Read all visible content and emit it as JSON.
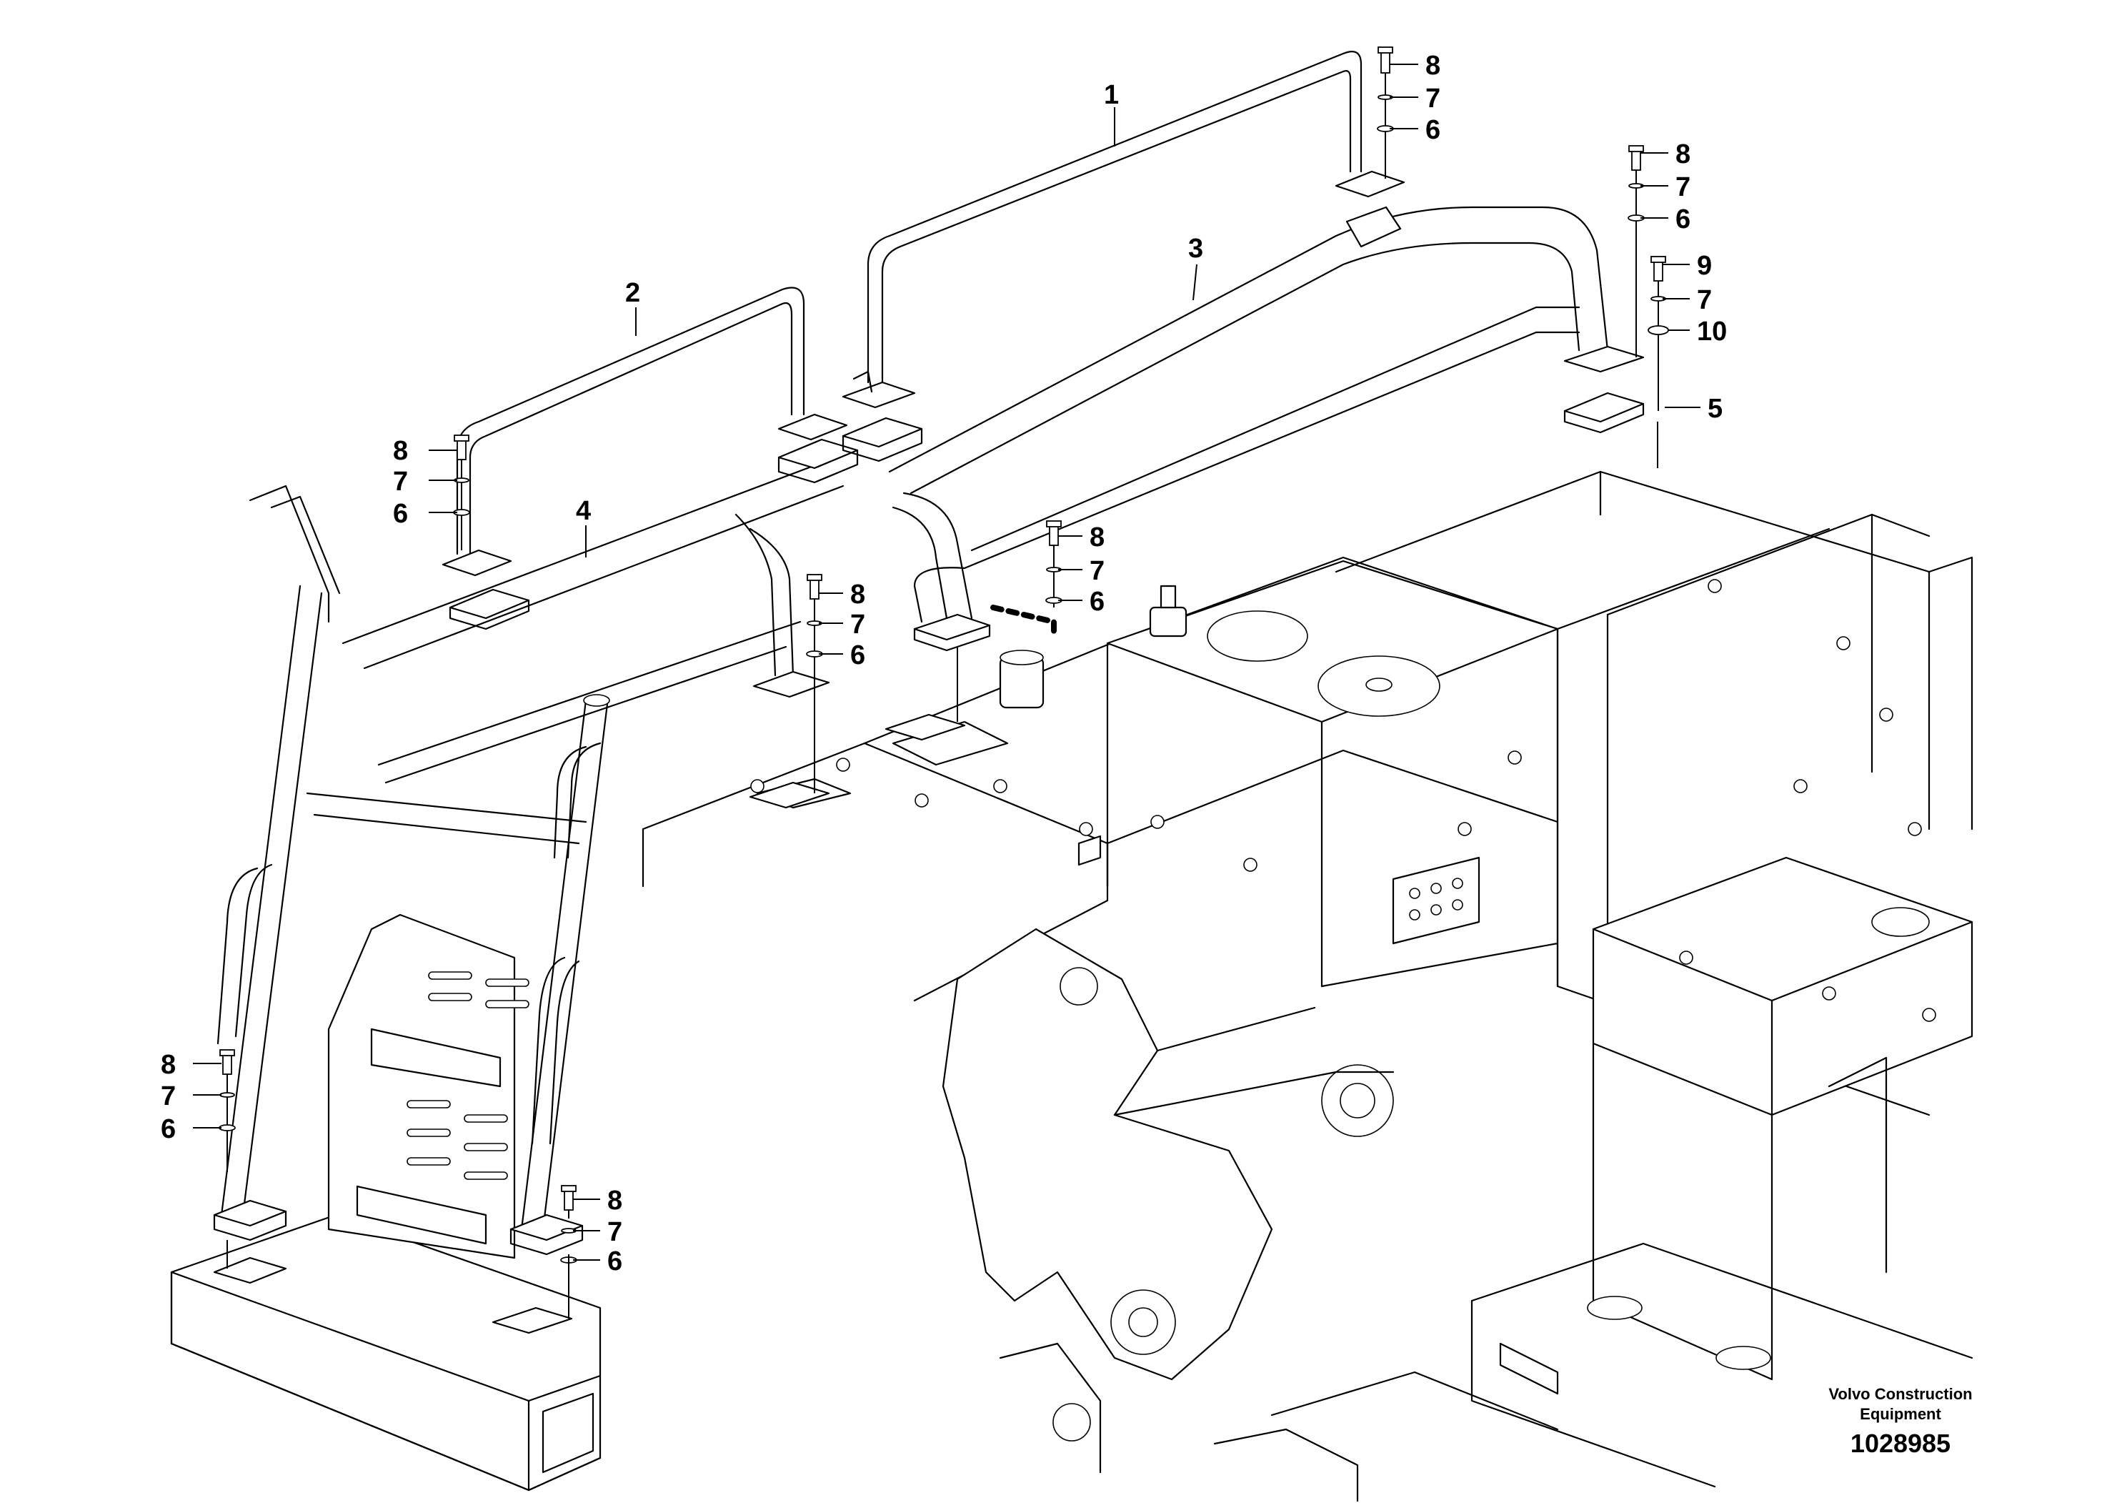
{
  "diagram": {
    "callouts": [
      {
        "id": "c1",
        "label": "1"
      },
      {
        "id": "c2",
        "label": "2"
      },
      {
        "id": "c3",
        "label": "3"
      },
      {
        "id": "c4",
        "label": "4"
      },
      {
        "id": "c5",
        "label": "5"
      },
      {
        "id": "c6a",
        "label": "8"
      },
      {
        "id": "c6b",
        "label": "7"
      },
      {
        "id": "c6c",
        "label": "6"
      },
      {
        "id": "c7a",
        "label": "8"
      },
      {
        "id": "c7b",
        "label": "7"
      },
      {
        "id": "c7c",
        "label": "6"
      },
      {
        "id": "c8a",
        "label": "9"
      },
      {
        "id": "c8b",
        "label": "7"
      },
      {
        "id": "c8c",
        "label": "10"
      },
      {
        "id": "c9a",
        "label": "8"
      },
      {
        "id": "c9b",
        "label": "7"
      },
      {
        "id": "c9c",
        "label": "6"
      },
      {
        "id": "c10a",
        "label": "8"
      },
      {
        "id": "c10b",
        "label": "7"
      },
      {
        "id": "c10c",
        "label": "6"
      },
      {
        "id": "c11a",
        "label": "8"
      },
      {
        "id": "c11b",
        "label": "7"
      },
      {
        "id": "c11c",
        "label": "6"
      },
      {
        "id": "c12a",
        "label": "8"
      },
      {
        "id": "c12b",
        "label": "7"
      },
      {
        "id": "c12c",
        "label": "6"
      },
      {
        "id": "c13a",
        "label": "8"
      },
      {
        "id": "c13b",
        "label": "7"
      },
      {
        "id": "c13c",
        "label": "6"
      }
    ],
    "credit_line1": "Volvo Construction",
    "credit_line2": "Equipment",
    "document_number": "1028985"
  }
}
